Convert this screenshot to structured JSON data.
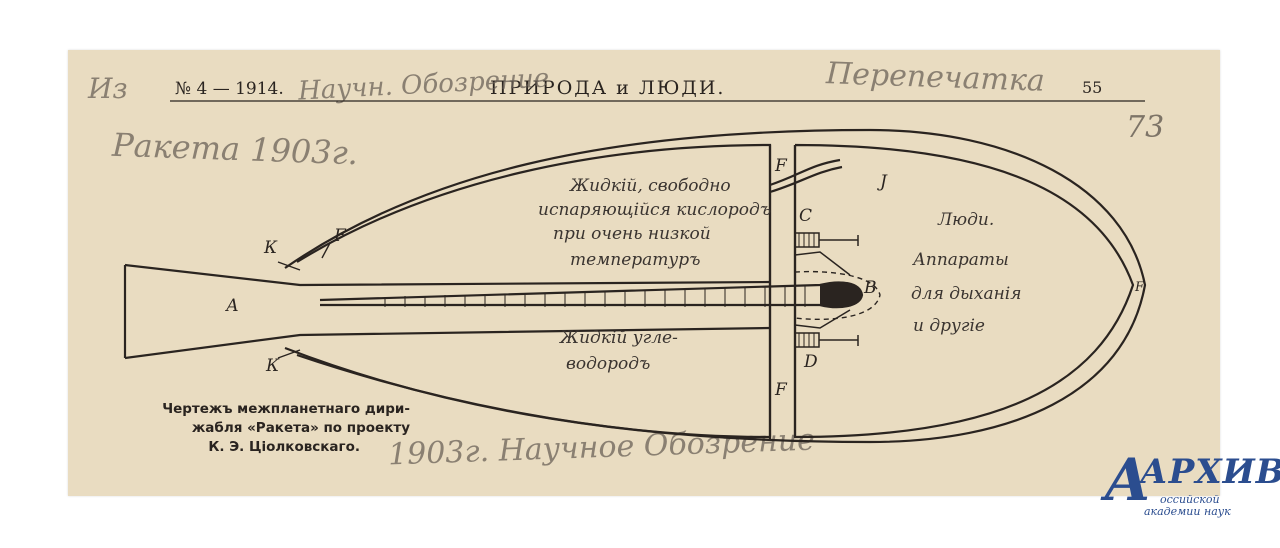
{
  "header": {
    "issue": "№ 4 — 1914.",
    "title": "ПРИРОДА и ЛЮДИ.",
    "page_number": "55"
  },
  "handwriting": {
    "top_left_code": "Из",
    "header_note": "Научн. Обозрение",
    "header_right": "Перепечатка",
    "left_note": "Ракета 1903г.",
    "corner_number": "73",
    "bottom_note": "1903г. Научное Обозрение"
  },
  "diagram": {
    "oxygen_text": [
      "Жидкій, свободно",
      "испаряющійся кислородъ",
      "при очень низкой",
      "температуръ"
    ],
    "hydrogen_text": [
      "Жидкій угле-",
      "водородъ"
    ],
    "cabin_text": [
      "Люди.",
      "Аппараты",
      "для дыханія",
      "и другіе"
    ],
    "labels": {
      "A": "А",
      "B": "В",
      "C": "С",
      "D": "D",
      "K_top": "К",
      "K_bottom": "К",
      "F_top_left": "F",
      "F_mid_top": "F",
      "F_mid_bottom": "F",
      "F_right": "F",
      "I": "J"
    }
  },
  "caption": [
    "Чертежъ межпланетнаго дири-",
    "жабля «Ракета» по проекту",
    "К. Э. Ціолковскаго."
  ],
  "logo": {
    "name": "АРХИВ",
    "line1": "оссийской",
    "line2": "академии наук"
  }
}
